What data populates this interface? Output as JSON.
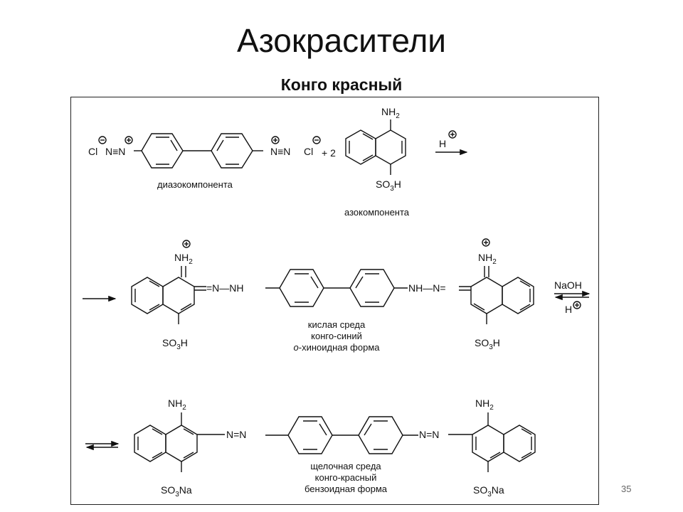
{
  "slide": {
    "title": "Азокрасители",
    "subtitle": "Конго красный",
    "page_number": "35"
  },
  "reaction": {
    "diazo_label": "диазокомпонента",
    "azo_label": "азокомпонента",
    "coefficient": "+ 2",
    "catalyst": "H",
    "cl": "Cl",
    "n2": "N≡N",
    "nh2": "NH",
    "so3h": "SO",
    "so3h_tail": "H",
    "so3na_tail": "Na",
    "sub_2": "2",
    "sub_3": "3",
    "acid_label_1": "кислая среда",
    "acid_label_2": "конго-синий",
    "acid_label_3_italic": "о",
    "acid_label_3": "-хиноидная форма",
    "base_label_1": "щелочная среда",
    "base_label_2": "конго-красный",
    "base_label_3": "бензоидная форма",
    "naoh": "NaOH",
    "h": "H",
    "n_eq_n_nh": "=N—NH",
    "nh_n_eq": "NH—N=",
    "n_eq_n": "N=N"
  }
}
